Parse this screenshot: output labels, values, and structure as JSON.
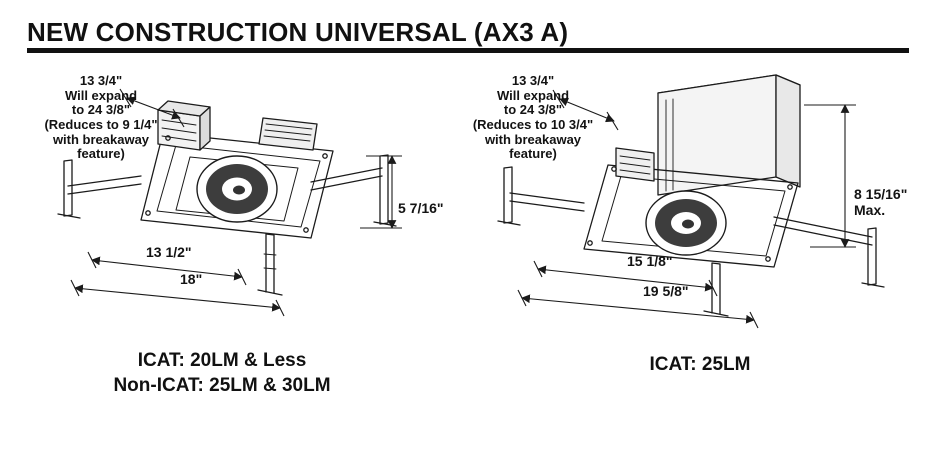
{
  "title": "NEW CONSTRUCTION UNIVERSAL (AX3 A)",
  "colors": {
    "line": "#1b1b1b",
    "text": "#111111"
  },
  "figures": {
    "left": {
      "expand_note": "13 3/4\"\nWill expand\nto 24 3/8\"\n(Reduces to 9 1/4\"\nwith breakaway\nfeature)",
      "height_dim": "5 7/16\"",
      "frame_width_dim": "13 1/2\"",
      "overall_width_dim": "18\"",
      "caption_line1": "ICAT: 20LM & Less",
      "caption_line2": "Non-ICAT: 25LM & 30LM"
    },
    "right": {
      "expand_note": "13 3/4\"\nWill expand\nto 24 3/8\"\n(Reduces to 10 3/4\"\nwith breakaway\nfeature)",
      "height_dim": "8 15/16\"\nMax.",
      "frame_width_dim": "15 1/8\"",
      "overall_width_dim": "19 5/8\"",
      "caption_line1": "ICAT: 25LM"
    }
  }
}
